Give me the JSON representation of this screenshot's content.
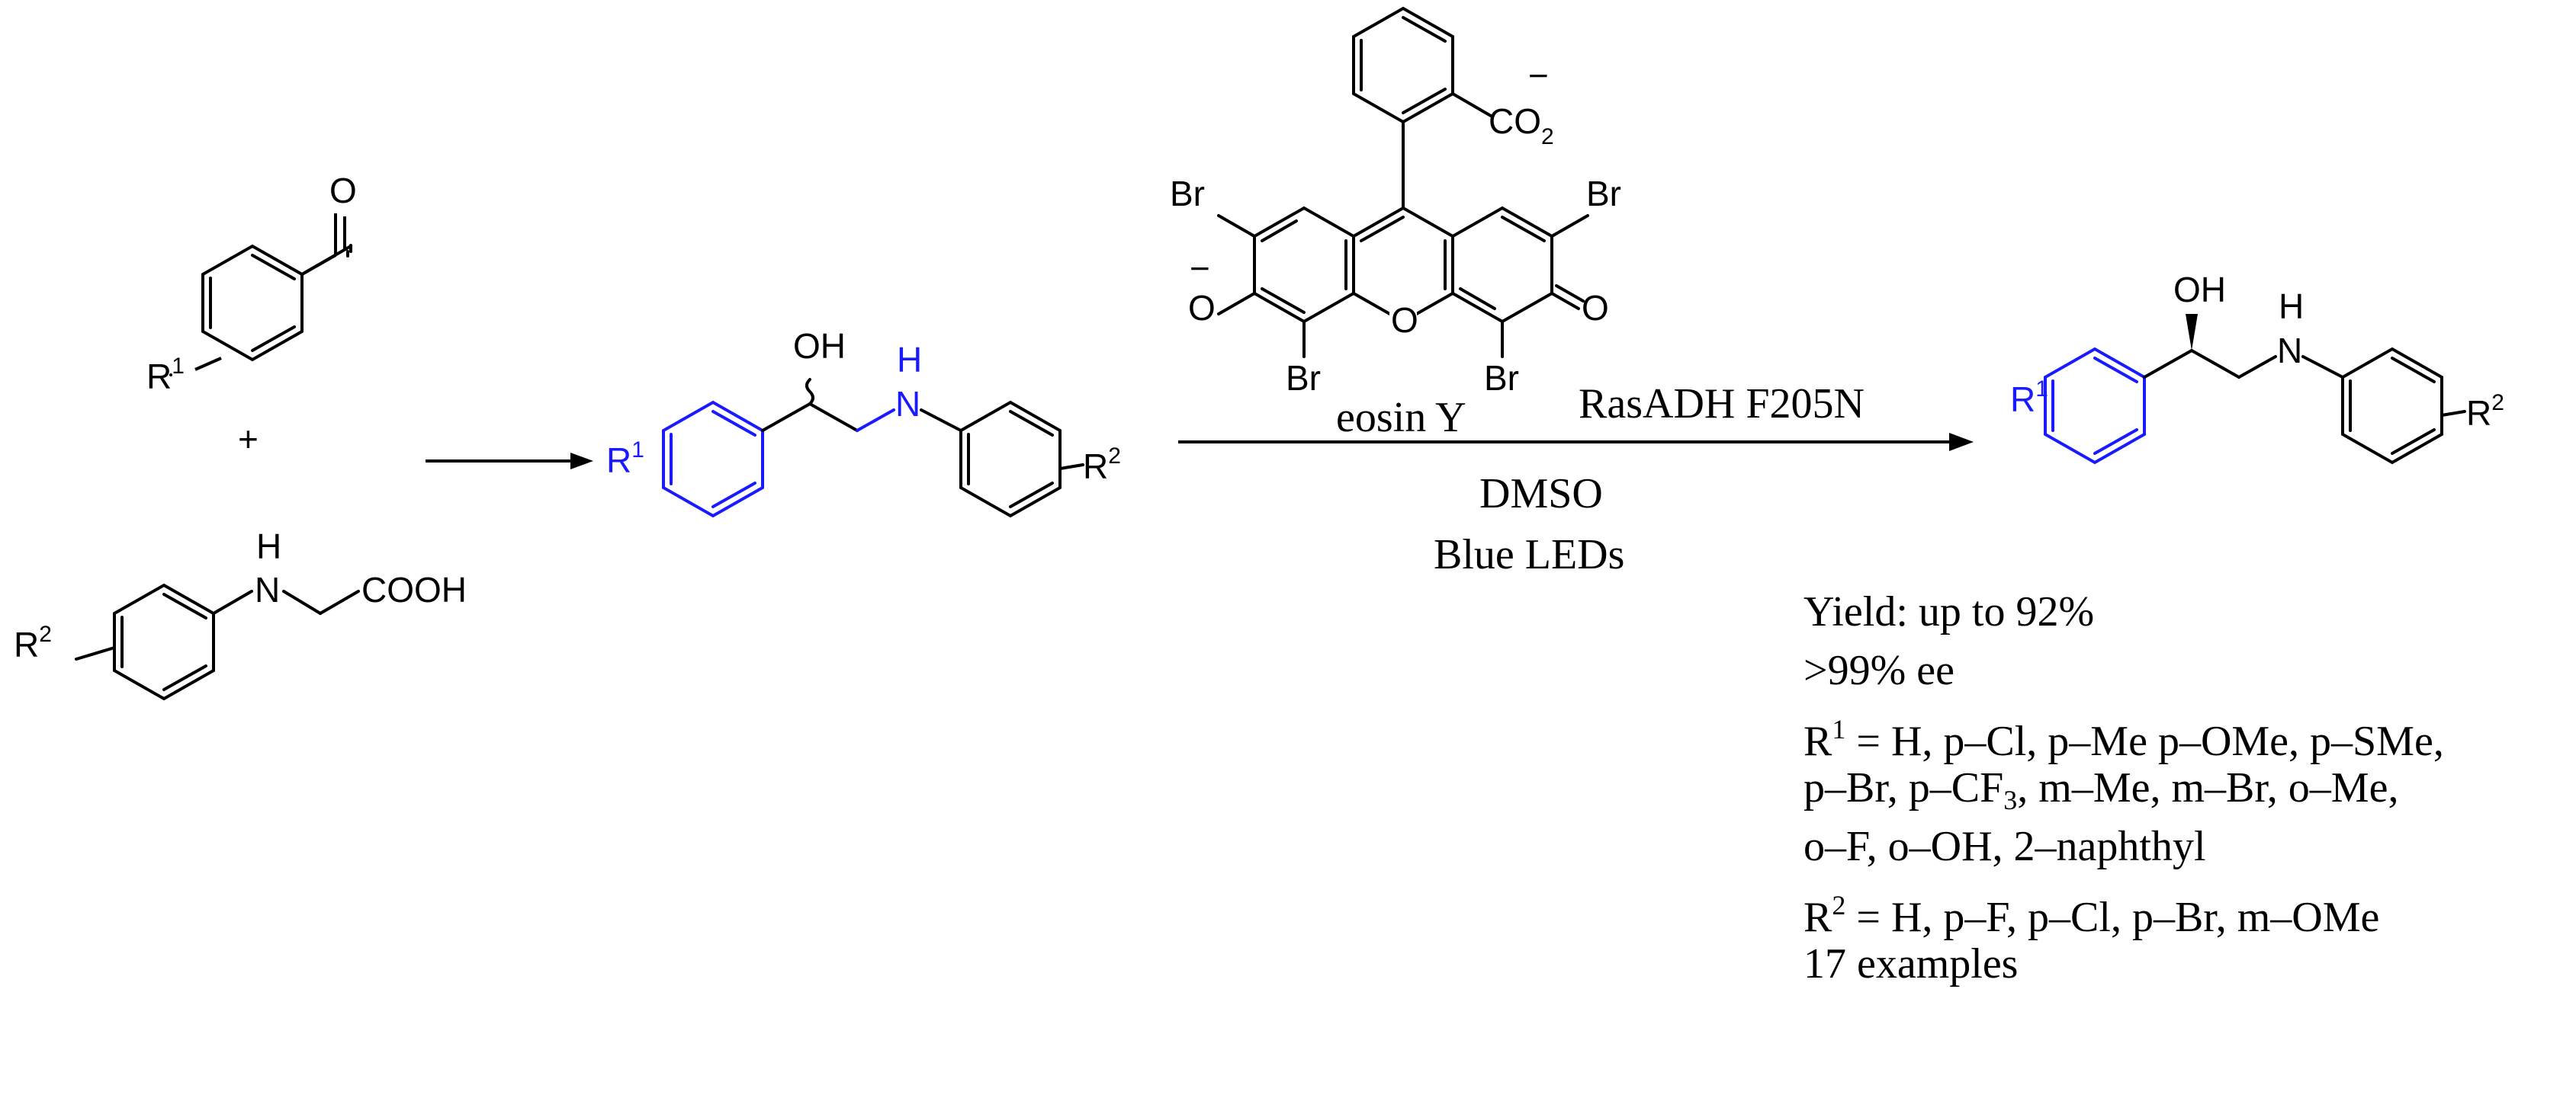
{
  "colors": {
    "ink": "#000000",
    "highlight": "#1a1aff"
  },
  "substrate_aldehyde": {
    "substituent": "R",
    "substituent_sup": "1",
    "oxygen": "O"
  },
  "plus": "+",
  "substrate_glycine": {
    "substituent": "R",
    "substituent_sup": "2",
    "nitrogen": "N",
    "hydrogen": "H",
    "acid": "COOH"
  },
  "intermediate": {
    "r1": "R",
    "r1_sup": "1",
    "hydroxyl": "OH",
    "nitrogen": "N",
    "hydrogen": "H",
    "r2": "R",
    "r2_sup": "2"
  },
  "catalyst": {
    "name": "eosin Y",
    "bromine": "Br",
    "oxygen": "O",
    "anion_charge": "−",
    "carboxylate": "CO",
    "carboxylate_sub": "2"
  },
  "conditions": {
    "enzyme": "RasADH F205N",
    "solvent": "DMSO",
    "light": "Blue LEDs"
  },
  "product": {
    "r1": "R",
    "r1_sup": "1",
    "hydroxyl": "OH",
    "nitrogen": "N",
    "hydrogen": "H",
    "r2": "R",
    "r2_sup": "2"
  },
  "notes": {
    "yield": "Yield: up to 92%",
    "ee": ">99% ee",
    "r1_head": "R",
    "r1_sup": "1",
    "r1_line1": " = H, p–Cl, p–Me  p–OMe, p–SMe,",
    "r1_line2": "p–Br,  p–CF",
    "r1_line2_sub": "3",
    "r1_line2_tail": ", m–Me, m–Br, o–Me,",
    "r1_line3": "o–F, o–OH, 2–naphthyl",
    "r2_head": "R",
    "r2_sup": "2",
    "r2_line": " = H, p–F, p–Cl, p–Br, m–OMe",
    "examples": "17 examples"
  }
}
